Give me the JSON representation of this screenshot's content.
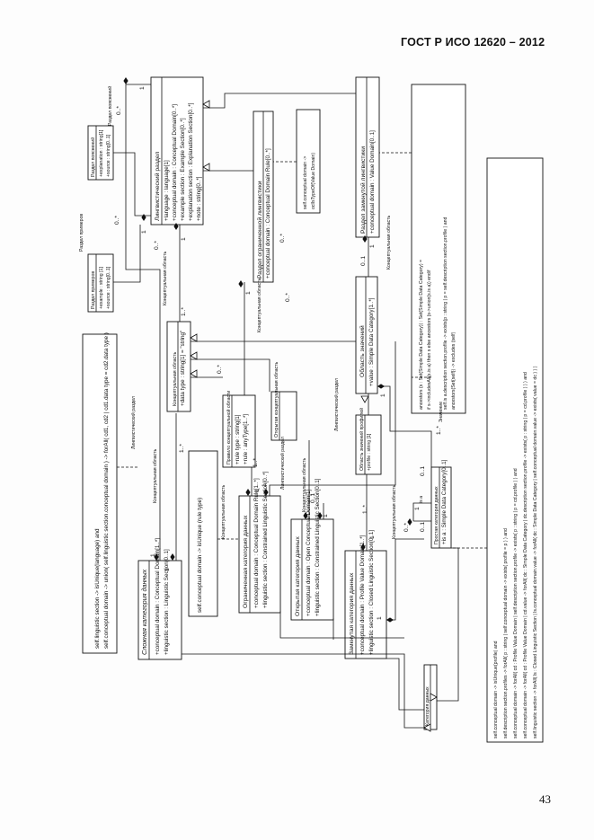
{
  "page": {
    "header": "ГОСТ Р ИСО 12620 – 2012",
    "page_number": "43"
  },
  "classes": {
    "complex_dc": {
      "title": "Сложная категория данных",
      "attrs": [
        "+conceptual domain : Conceptual Domain[1..*]",
        "+linguistic section : Linguistic Section[0..1]"
      ]
    },
    "constrained_dc": {
      "title": "Ограниченная категория данных",
      "attrs": [
        "+conceptual domain : Conceptual Domain Rule[1..*]",
        "+linguistic section : Constrained Linguistic Section[0..*]"
      ]
    },
    "open_dc": {
      "title": "Открытая категория данных",
      "attrs": [
        "+conceptual domain : Open Conceptual Domain[1]",
        "+linguistic section : Constrained Linguistic Section[0..1]"
      ]
    },
    "closed_dc": {
      "title": "Замкнутая категория данных",
      "attrs": [
        "+conceptual domain : Profile Value Domain[1..*]",
        "+linguistic section : Closed Linguistic Section[0..1]"
      ]
    },
    "linguistic_section": {
      "title": "Лингвистический раздел",
      "attrs": [
        "+language : language[1]",
        "+conceptual domain : Conceptual Domain[0..*]",
        "+example section : Example Section[0..*]",
        "+explanation section : Explanation Section[0..*]",
        "+note : string[0..*]"
      ]
    },
    "constrained_ls": {
      "title": "Раздел ограниченной лингвистики",
      "attrs": [
        "+conceptual domain : Conceptual Domain Rule[0..*]"
      ]
    },
    "closed_ls": {
      "title": "Раздел замкнутой лингвистики",
      "attrs": [
        "+conceptual domain : Value Domain[0..1]"
      ]
    },
    "value_domain": {
      "title": "Область значений",
      "attrs": [
        "+value : Simple Data Category[1..*]"
      ]
    },
    "conceptual_domain": {
      "title": "Концептуальная область",
      "attrs": [
        "+data type : string[1] = \"string\""
      ]
    },
    "cd_rule": {
      "title": "Правило концептуальной области",
      "attrs": [
        "+rule type : string[1]",
        "+rule : anyType[1..*]"
      ]
    },
    "open_cd": {
      "title": "Открытая концептуальная область",
      "attrs": []
    },
    "profile_vd": {
      "title": "Область значений профилей",
      "attrs": [
        "+profile : string [1]"
      ]
    },
    "simple_dc": {
      "title": "Простая категория данных",
      "attrs": [
        "+is a : Simple Data Category[0..1]"
      ]
    },
    "example_section": {
      "title": "Раздел примеров",
      "attrs": [
        "+example : string [1]",
        "+source : string[0..1]"
      ]
    },
    "explanation_section": {
      "title": "Раздел пояснений",
      "attrs": [
        "+explanation : string[1]",
        "+source : string[0..1]"
      ]
    },
    "data_category": {
      "title": "Категория данных",
      "attrs": []
    }
  },
  "constraints": {
    "c_top": [
      "self.linguistic section -> isUnique(language) and",
      "self.conceptual domain -> union( self.linguistic section.conceptual domain ) -> forAll( cd1, cd2 | cd1.data type = cd2.data type )"
    ],
    "c_rule": [
      "self.conceptual domain -> isUnique (rule type)"
    ],
    "c_cls": [
      "self.conceptual domain ->",
      "oclIsTypeOf(Value Domain)"
    ],
    "c_anc": [
      "ancestors (s : Set(Simple Data Category)) : Set(Simple Data Category) =",
      "if s->includesAll(s.is a) then s else ancestors (s->union(s.is a)) endif",
      "",
      "self.is a.description section.profile -> exists(p : string | p = self.description section.profile ) and",
      "ancestors(Set{self}) -> excludes (self)"
    ],
    "c_bottom": [
      "self.conceptual domain -> isUnique(profile) and",
      "self.description section.profiles -> forAll( p : string | self.conceptual domain -> exists( profile = p ) ) and",
      "self.conceptual domain -> forAll( cd : Profile Value Domain | self.description section.profile -> exists( p : string | p = cd.profile ) ) and",
      "self.conceptual domain -> forAll( cd : Profile Value Domain | cd.value -> forAll( dc : Simple Data Category | dc.description section.profile -> exists( p : string | p = cd.profile ) ) ) and",
      "self.linguistic section -> forAll( ls : Closed Linguistic Section | ls.conceptual domain.value -> forAll( dc : Simple Data Category | self.conceptual domain.value -> exists( value = dc ) ) )"
    ]
  },
  "labels": {
    "razdel_poyasneniy": "Раздел пояснений",
    "razdel_primerov": "Раздел примеров",
    "konceptualnaya_oblast": "Концептуальная область",
    "lingvisticheskiy_razdel": "Лингвистический раздел",
    "znachenie": "Значение",
    "is_a": "is a"
  },
  "multiplicities": [
    "0..*",
    "1",
    "0..*",
    "1",
    "1",
    "0..*",
    "1..*",
    "0..*",
    "0..*",
    "1",
    "0..*",
    "1..*",
    "1..*",
    "1",
    "0..1",
    "1",
    "0..1",
    "1..*",
    "1",
    "1",
    "1",
    "1",
    "1",
    "1",
    "0..1",
    "0..1",
    "1..*",
    "1",
    "0..*",
    "1",
    "0..1",
    "1",
    "1",
    "1",
    "1",
    "0..*"
  ]
}
